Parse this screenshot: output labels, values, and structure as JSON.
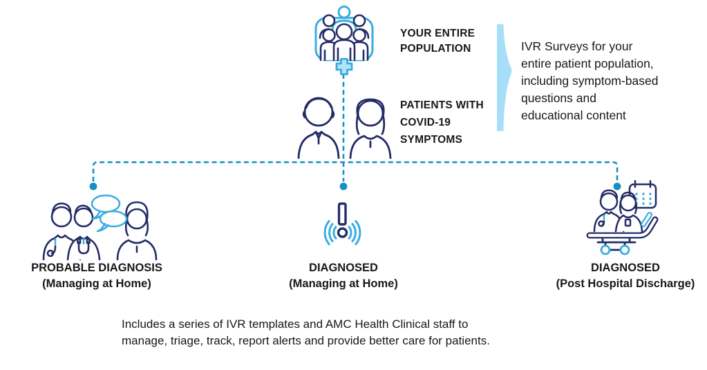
{
  "palette": {
    "navy": "#232C66",
    "cyan": "#38ADE0",
    "blue": "#1590C2",
    "pale_blue": "#A8DFF8",
    "cross_fill": "#B5E3F6",
    "text": "#171717"
  },
  "top": {
    "population_label_lines": [
      "YOUR ENTIRE",
      "POPULATION"
    ],
    "symptoms_label_lines": [
      "PATIENTS WITH",
      "COVID-19",
      "SYMPTOMS"
    ]
  },
  "ivr_note_lines": [
    "IVR Surveys for your",
    "entire patient population,",
    "including symptom-based",
    "questions and",
    "educational content"
  ],
  "branches": [
    {
      "title": "PROBABLE DIAGNOSIS",
      "subtitle": "(Managing at Home)",
      "icon": "care-team-conversation-icon"
    },
    {
      "title": "DIAGNOSED",
      "subtitle": "(Managing at Home)",
      "icon": "alert-broadcast-icon"
    },
    {
      "title": "DIAGNOSED",
      "subtitle": "(Post Hospital Discharge)",
      "icon": "hospital-bed-discharge-icon"
    }
  ],
  "footer_lines": [
    "Includes a series of IVR templates and AMC Health Clinical staff to",
    "manage, triage, track, report alerts and provide better care for patients."
  ],
  "icons": {
    "population": "population-group-icon",
    "male_patient": "male-patient-icon",
    "female_patient": "female-patient-icon",
    "brace": "highlight-brace-shape",
    "connectors": "dashed-connector-lines",
    "branch_left": "care-team-conversation-icon",
    "branch_center": "alert-broadcast-icon",
    "branch_right": "hospital-bed-discharge-icon"
  }
}
